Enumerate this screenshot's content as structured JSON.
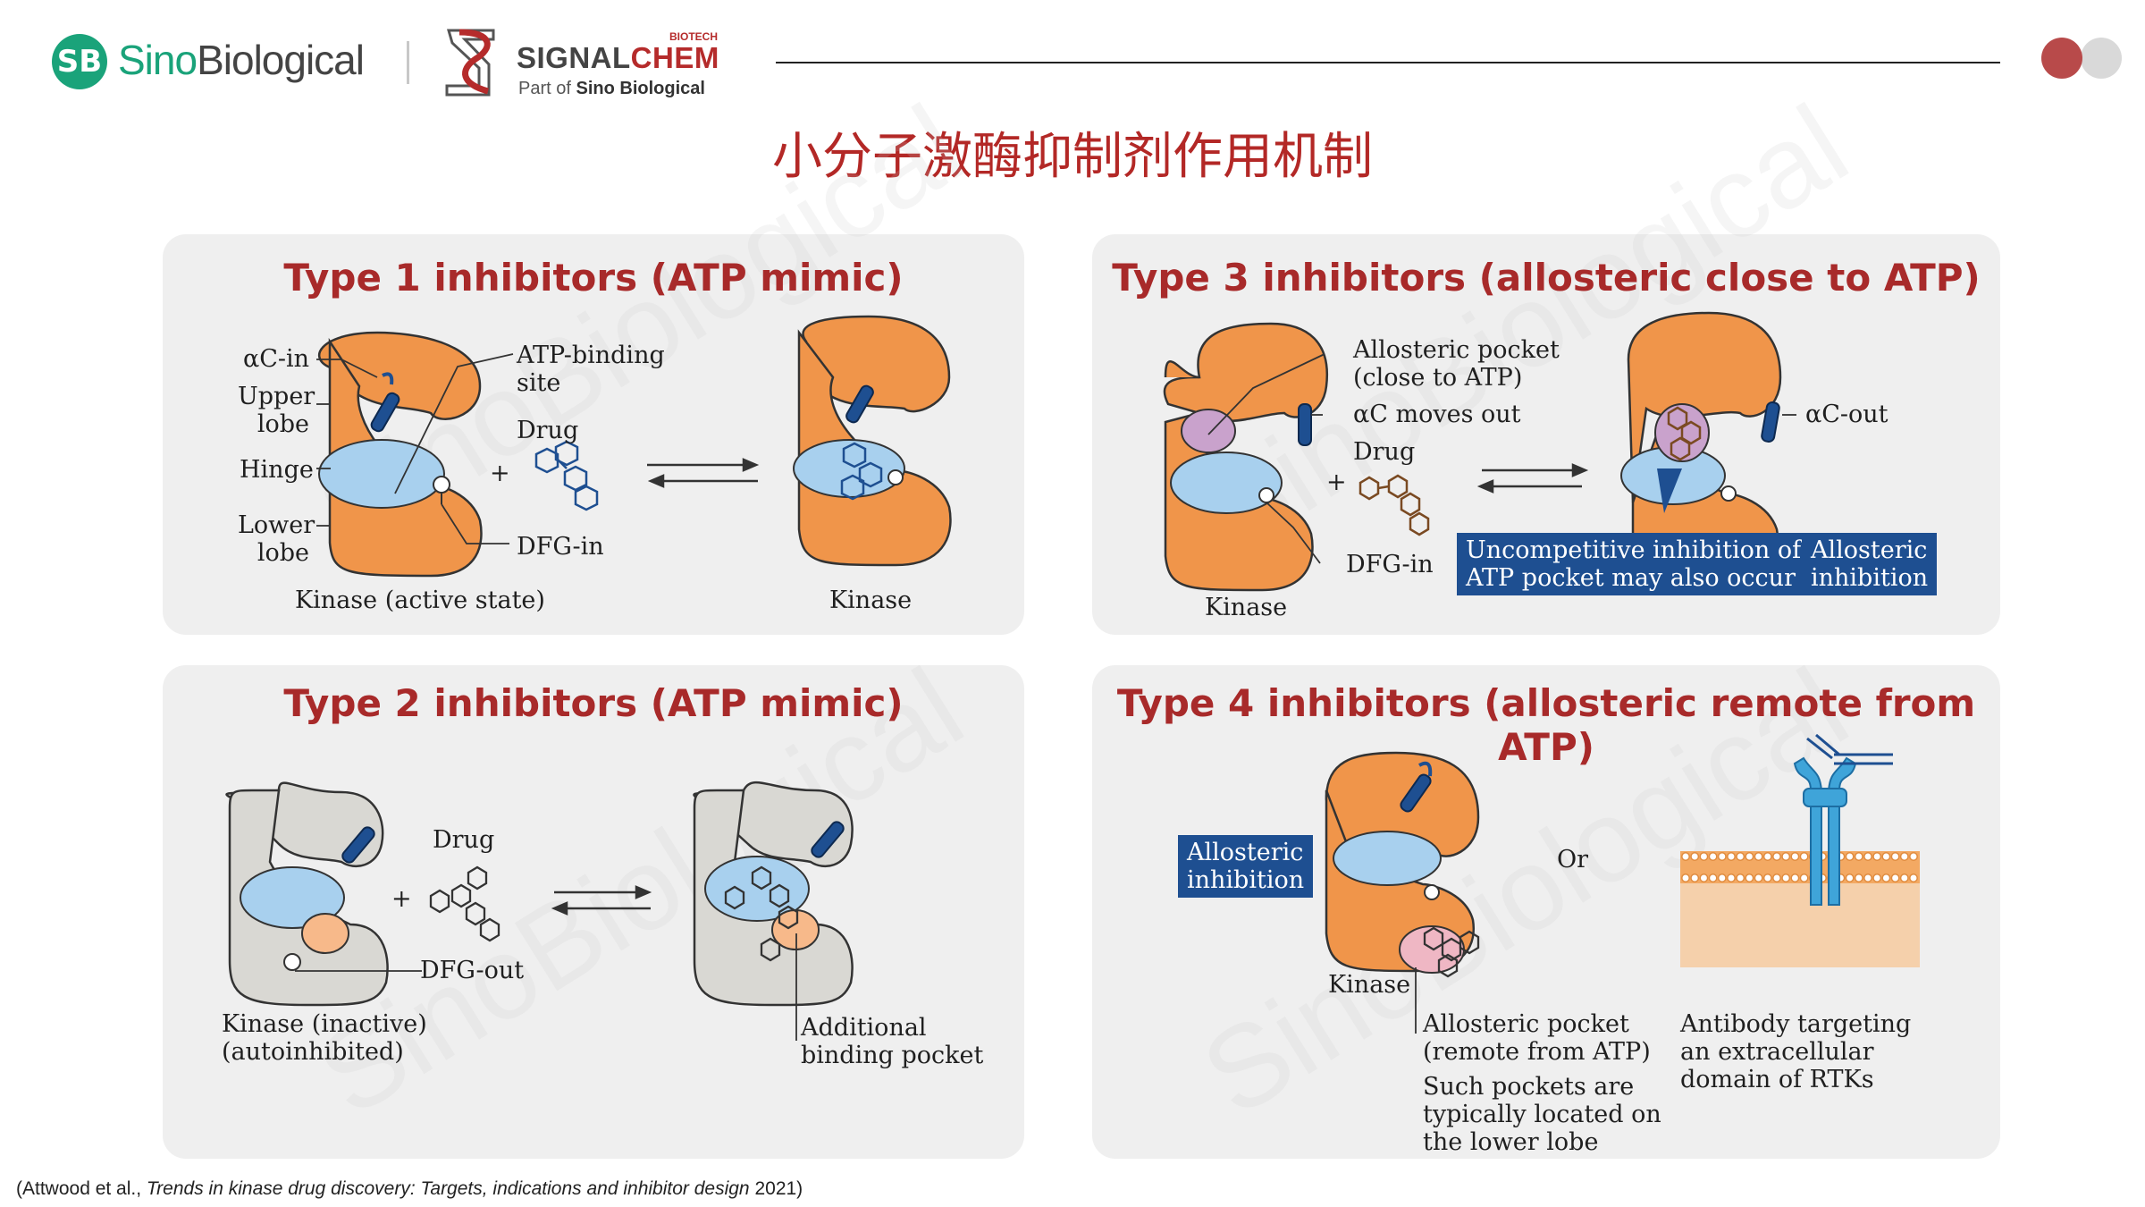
{
  "header": {
    "sb_badge": "SB",
    "brand_sino": "Sino",
    "brand_biological": "Biological",
    "sc_biotech": "BIOTECH",
    "sc_signal": "SIGNAL",
    "sc_chem": "CHEM",
    "sc_part_prefix": "Part of ",
    "sc_part_brand": "Sino Biological",
    "title": "小分子激酶抑制剂作用机制"
  },
  "watermark": "SinoBiological",
  "panels": {
    "type1": {
      "title": "Type 1 inhibitors (ATP mimic)",
      "labels": {
        "ac_in": "αC-in",
        "upper_lobe": [
          "Upper",
          "lobe"
        ],
        "hinge": "Hinge",
        "lower_lobe": [
          "Lower",
          "lobe"
        ],
        "atp_site": [
          "ATP-binding",
          "site"
        ],
        "drug": "Drug",
        "plus": "+",
        "dfg_in": "DFG-in",
        "kinase_active": "Kinase (active state)",
        "kinase": "Kinase"
      }
    },
    "type2": {
      "title": "Type 2 inhibitors (ATP mimic)",
      "labels": {
        "drug": "Drug",
        "plus": "+",
        "dfg_out": "DFG-out",
        "kinase_inactive": [
          "Kinase (inactive)",
          "(autoinhibited)"
        ],
        "pocket": [
          "Additional",
          "binding pocket"
        ]
      }
    },
    "type3": {
      "title": "Type 3 inhibitors (allosteric close to ATP)",
      "labels": {
        "allosteric_pocket": [
          "Allosteric pocket",
          "(close to ATP)"
        ],
        "ac_moves_out": "αC moves out",
        "drug": "Drug",
        "plus": "+",
        "dfg_in": "DFG-in",
        "kinase": "Kinase",
        "ac_out": "αC-out",
        "uncompetitive_box": [
          "Uncompetitive inhibition of",
          "ATP pocket may also occur"
        ],
        "allosteric_box": [
          "Allosteric",
          "inhibition"
        ]
      }
    },
    "type4": {
      "title": "Type 4 inhibitors (allosteric remote from ATP)",
      "labels": {
        "allosteric_box": [
          "Allosteric",
          "inhibition"
        ],
        "or": "Or",
        "kinase": "Kinase",
        "pocket": [
          "Allosteric pocket",
          "(remote from ATP)"
        ],
        "pocket_note": [
          "Such pockets are",
          "typically located on",
          "the lower lobe"
        ],
        "antibody": [
          "Antibody targeting",
          "an extracellular",
          "domain of RTKs"
        ]
      }
    }
  },
  "citation": {
    "open": "(Attwood et al., ",
    "italic": "Trends in kinase drug discovery: Targets, indications and inhibitor design",
    "close": " 2021)"
  },
  "colors": {
    "title_red": "#b32826",
    "kinase_orange": "#f0954a",
    "pocket_blue": "#a8d0ee",
    "helix_blue": "#1e4f91",
    "label_box_blue": "#1e4f91",
    "inactive_grey": "#d9d8d3",
    "allosteric_purple": "#c9a2cc",
    "remote_pink": "#efb7c4",
    "membrane": "#f7c594"
  }
}
